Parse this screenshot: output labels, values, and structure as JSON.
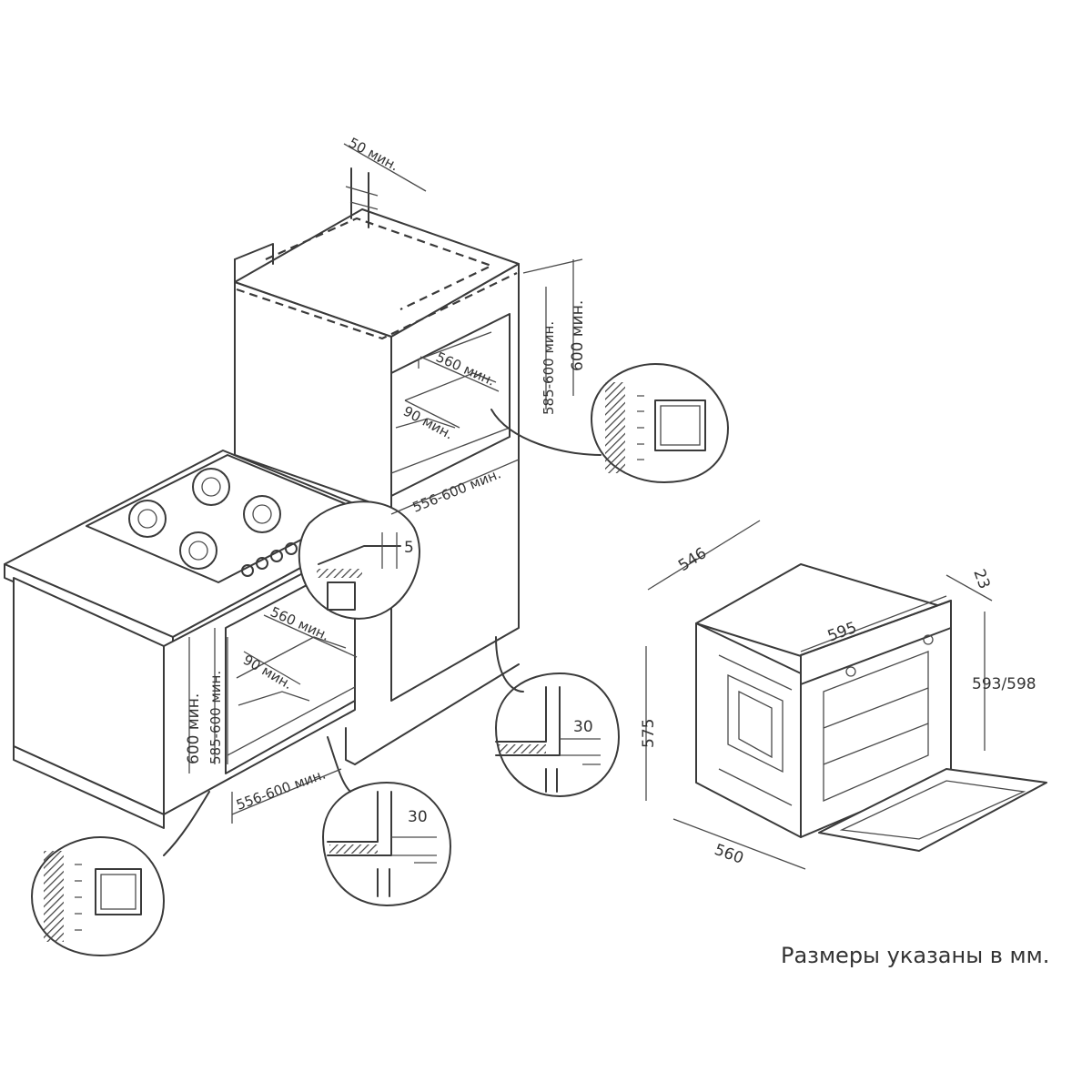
{
  "dimensions": {
    "top_clearance": "50 мин.",
    "tall_height_range": "585-600 мин.",
    "tall_height_min": "600 мин.",
    "tall_depth": "560 мин.",
    "tall_vent": "90 мин.",
    "tall_width": "556-600 мин.",
    "hob_gap": "5",
    "base_depth": "560 мин.",
    "base_vent": "90 мин.",
    "base_height_min": "600 мин.",
    "base_height_range": "585-600 мин.",
    "base_width": "556-600 мин.",
    "plinth_gap_right": "30",
    "plinth_gap_left": "30"
  },
  "oven": {
    "depth_top": "546",
    "front_thickness": "23",
    "front_width": "595",
    "front_height": "593/598",
    "body_height": "575",
    "body_depth": "560"
  },
  "caption": "Размеры указаны в мм."
}
